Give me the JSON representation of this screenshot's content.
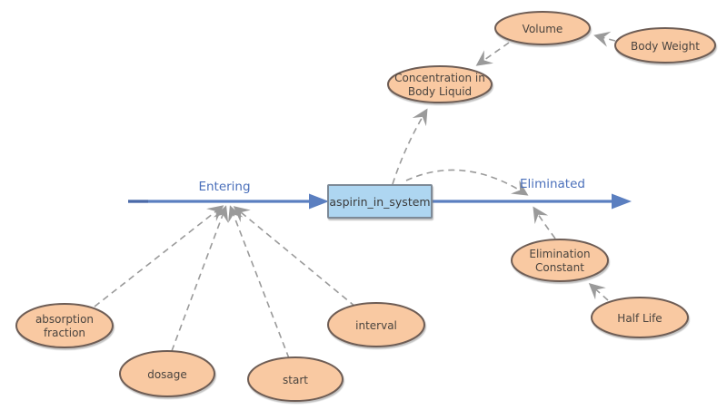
{
  "diagram": {
    "type": "stock-and-flow",
    "stock": {
      "label": "aspirin_in_system"
    },
    "flows": {
      "entering": {
        "label": "Entering"
      },
      "eliminated": {
        "label": "Eliminated"
      }
    },
    "nodes": {
      "volume": {
        "label": "Volume"
      },
      "body_weight": {
        "label": "Body Weight"
      },
      "concentration_in_body_liquid": {
        "line1": "Concentration in",
        "line2": "Body Liquid"
      },
      "elimination_constant": {
        "line1": "Elimination",
        "line2": "Constant"
      },
      "half_life": {
        "label": "Half Life"
      },
      "absorption_fraction": {
        "line1": "absorption",
        "line2": "fraction"
      },
      "dosage": {
        "label": "dosage"
      },
      "start": {
        "label": "start"
      },
      "interval": {
        "label": "interval"
      }
    },
    "connections": [
      {
        "from": "body_weight",
        "to": "volume"
      },
      {
        "from": "volume",
        "to": "concentration_in_body_liquid"
      },
      {
        "from": "aspirin_in_system",
        "to": "concentration_in_body_liquid"
      },
      {
        "from": "aspirin_in_system",
        "to": "eliminated_flow"
      },
      {
        "from": "elimination_constant",
        "to": "eliminated_flow"
      },
      {
        "from": "half_life",
        "to": "elimination_constant"
      },
      {
        "from": "absorption_fraction",
        "to": "entering_flow"
      },
      {
        "from": "dosage",
        "to": "entering_flow"
      },
      {
        "from": "start",
        "to": "entering_flow"
      },
      {
        "from": "interval",
        "to": "entering_flow"
      }
    ],
    "colors": {
      "flow": "#5b7fc0",
      "flow_dark": "#4a69a8",
      "flow_label": "#4a6fba",
      "node_fill": "#f9c9a2",
      "node_border": "#6e5d55",
      "stock_fill": "#aed6f1",
      "stock_border": "#7d8a97",
      "connector": "#9a9a9a"
    }
  }
}
